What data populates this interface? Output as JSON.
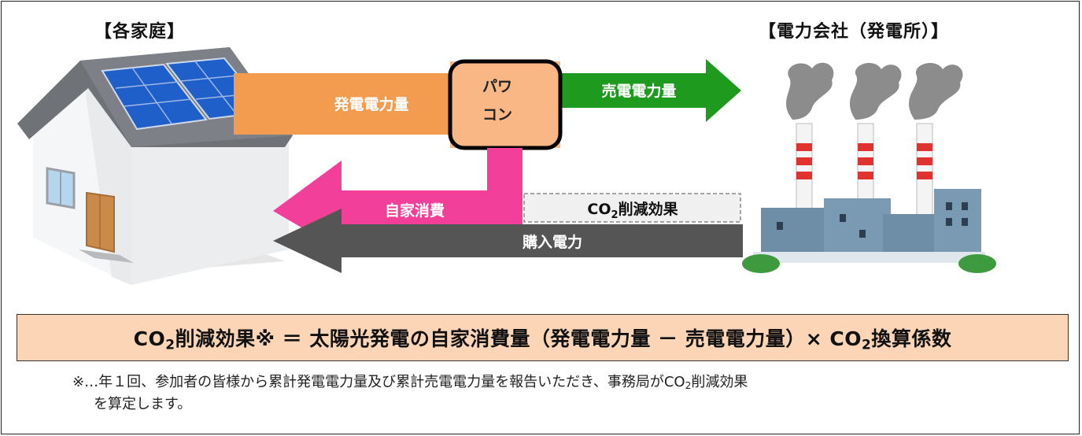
{
  "headings": {
    "home": "【各家庭】",
    "utility": "【電力会社（発電所）】"
  },
  "flows": {
    "generation": "発電電力量",
    "pcs_line1": "パワ",
    "pcs_line2": "コン",
    "sale": "売電電力量",
    "self_consumption": "自家消費",
    "co2_reduction_prefix": "CO",
    "co2_reduction_sub": "2",
    "co2_reduction_suffix": "削減効果",
    "purchase": "購入電力"
  },
  "formula": {
    "part1": "CO",
    "sub1": "2",
    "part2": "削減効果※ ＝ 太陽光発電の自家消費量（発電電力量 － 売電電力量）× CO",
    "sub2": "2",
    "part3": "換算係数"
  },
  "note": {
    "line1_prefix": "※…年１回、参加者の皆様から累計発電電力量及び累計売電電力量を報告いただき、事務局がCO",
    "line1_sub": "2",
    "line1_suffix": "削減効果",
    "line2": "を算定します。"
  },
  "colors": {
    "generation": "#f39b4f",
    "pcs": "#f8b784",
    "sale": "#1e9a1e",
    "self_consumption": "#f23f9a",
    "purchase": "#555555",
    "co2_box": "#f0f0f0",
    "formula_bg": "#fbd5b5"
  },
  "icons": [
    "house-solar-icon",
    "power-plant-icon"
  ]
}
